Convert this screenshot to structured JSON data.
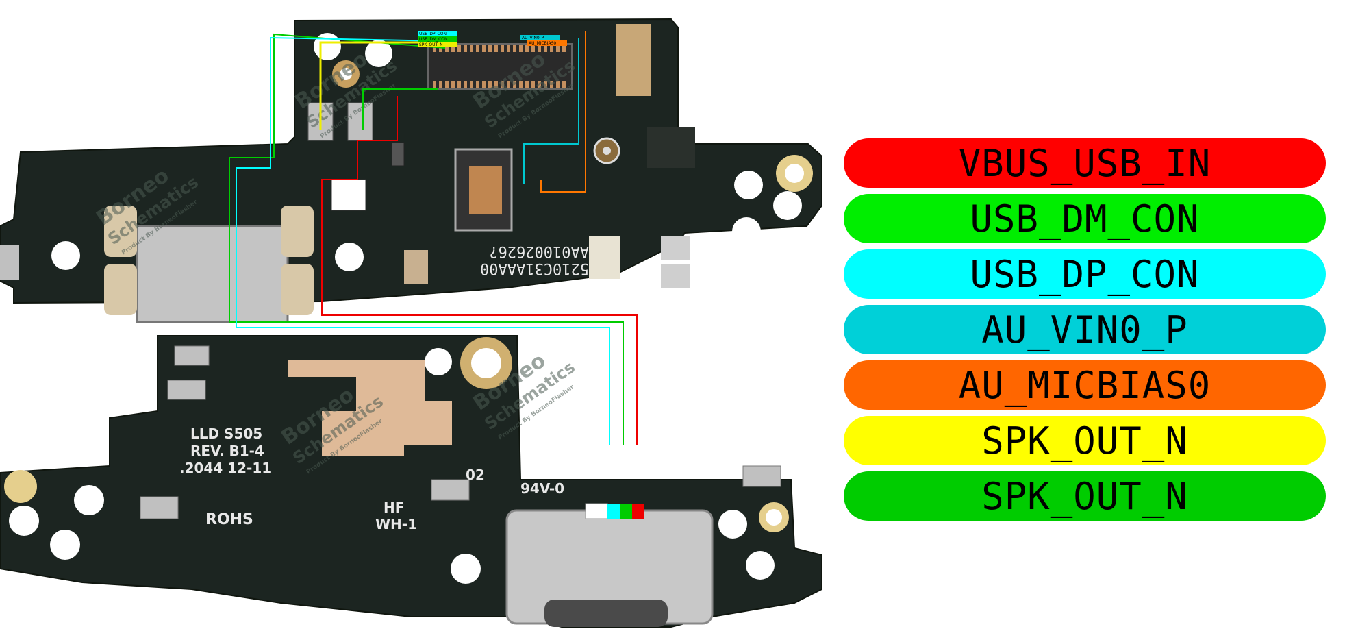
{
  "legend": [
    {
      "label": "VBUS_USB_IN",
      "color": "#ff0000"
    },
    {
      "label": "USB_DM_CON",
      "color": "#00ee00"
    },
    {
      "label": "USB_DP_CON",
      "color": "#00ffff"
    },
    {
      "label": "AU_VIN0_P",
      "color": "#00d0d8"
    },
    {
      "label": "AU_MICBIAS0",
      "color": "#ff6600"
    },
    {
      "label": "SPK_OUT_N",
      "color": "#ffff00"
    },
    {
      "label": "SPK_OUT_N",
      "color": "#00cc00"
    }
  ],
  "pcb_text": {
    "line1": "LLD S505",
    "line2": "REV. B1-4",
    "line3": ".2044 12-11",
    "rohs": "ROHS",
    "hf": "HF",
    "wh": "WH-1",
    "code02": "02",
    "fr": "94V-0",
    "part1": "AA01002626?",
    "part2": "5210C31AAA00"
  },
  "connector_labels": [
    "USB_DP_CON",
    "USB_DM_CON",
    "SPK_OUT_N",
    "AU_VIN0_P",
    "AU_MICBIAS0"
  ],
  "watermark": {
    "brand": "Borneo",
    "sub": "Schematics",
    "by": "Product By BorneoFlasher"
  }
}
